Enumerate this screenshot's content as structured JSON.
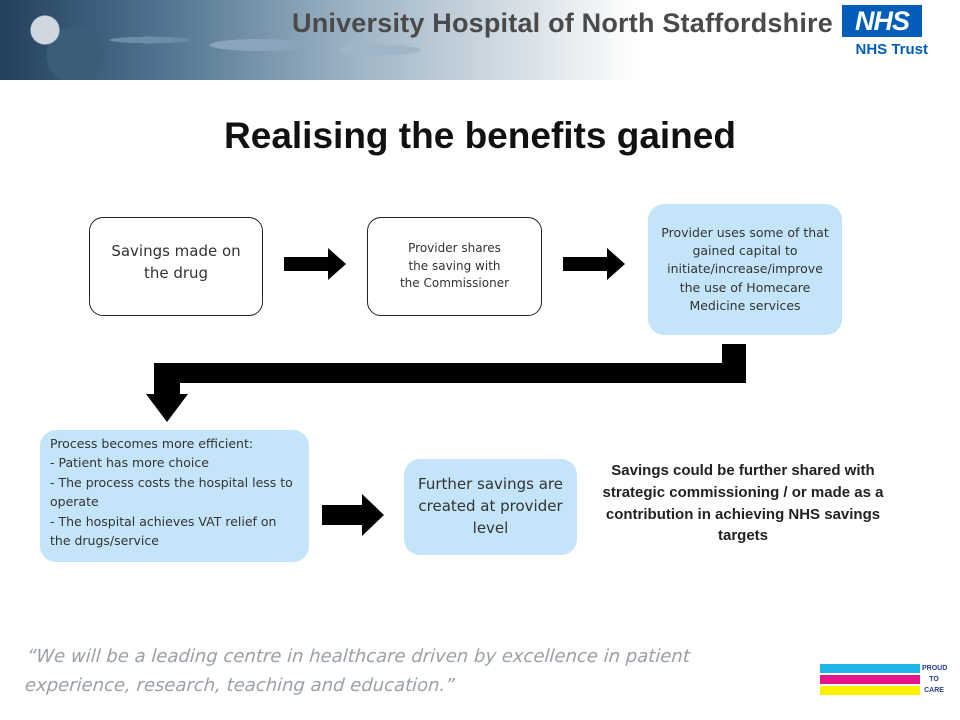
{
  "header": {
    "hospital_name": "University Hospital of North Staffordshire",
    "nhs_logo": "NHS",
    "trust_label": "NHS Trust",
    "brand_color": "#005eb8"
  },
  "title": "Realising the benefits gained",
  "flow": {
    "box1": "Savings made on the drug",
    "box2": "Provider shares the saving with the Commissioner",
    "box3": "Provider uses some of that gained capital to initiate/increase/improve the use of Homecare Medicine services",
    "box4": {
      "heading": "Process becomes more efficient:",
      "items": [
        " - Patient has more choice",
        " - The process costs the hospital less to operate",
        " - The hospital achieves VAT relief on the drugs/service"
      ]
    },
    "box5": "Further savings are created at provider level",
    "box_fill_color": "#c4e5f9"
  },
  "note": "Savings could be further shared with strategic commissioning / or made as a contribution in achieving NHS savings targets",
  "footer": {
    "tagline": "“We will be a leading centre in healthcare driven by excellence in patient experience, research, teaching and education.”",
    "proud_logo": [
      "PROUD",
      "TO",
      "CARE"
    ],
    "proud_colors": [
      "#1fb5e8",
      "#e6168a",
      "#fff200"
    ]
  }
}
